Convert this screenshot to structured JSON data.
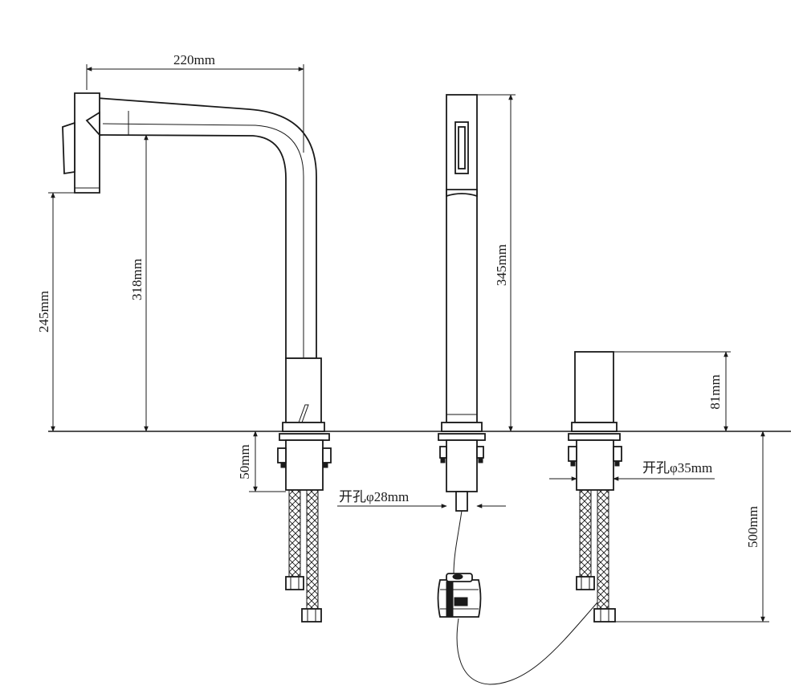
{
  "dimensions": {
    "spout_reach": "220mm",
    "spout_outlet_height": "245mm",
    "spout_body_height": "318mm",
    "sprayer_height": "345mm",
    "handle_height": "81mm",
    "shank_length": "50mm",
    "hole_small": "开孔φ28mm",
    "hole_large": "开孔φ35mm",
    "hose_length": "500mm"
  }
}
